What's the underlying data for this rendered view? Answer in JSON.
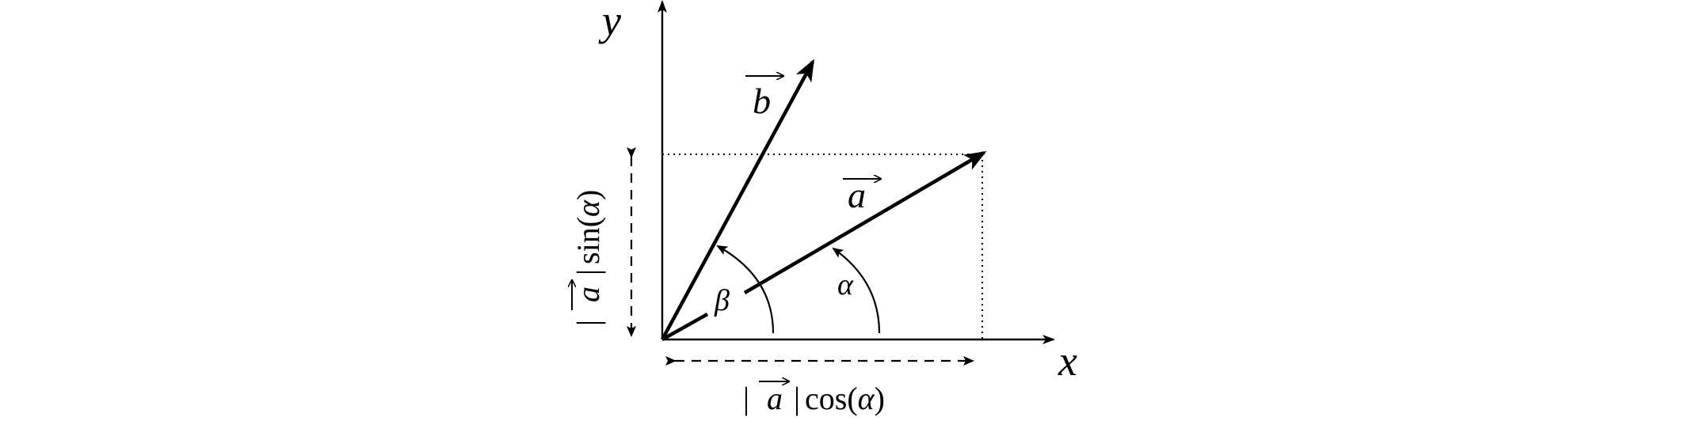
{
  "diagram": {
    "axis_x_label": "x",
    "axis_y_label": "y",
    "vector_a_label": "a",
    "vector_b_label": "b",
    "angle_alpha_label": "α",
    "angle_beta_label": "β",
    "cos_projection": {
      "bar_left": "|",
      "vector": "a",
      "bar_right": "|",
      "func": "cos(",
      "arg": "α",
      "close": ")"
    },
    "sin_projection": {
      "bar_left": "|",
      "vector": "a",
      "bar_right": "|",
      "func": "sin(",
      "arg": "α",
      "close": ")"
    },
    "colors": {
      "ink": "#000000",
      "background": "#ffffff"
    }
  }
}
